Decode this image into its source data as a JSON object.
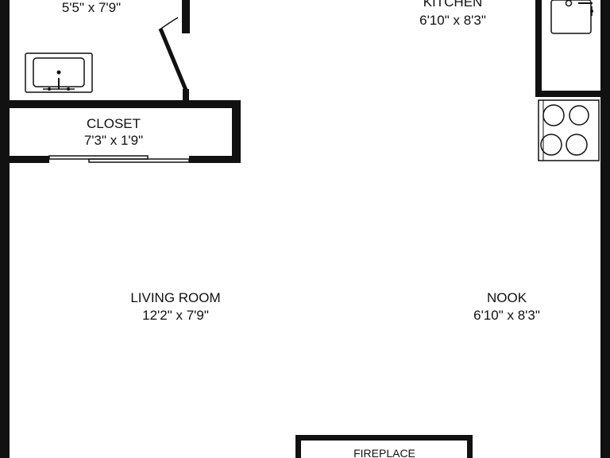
{
  "rooms": {
    "bath": {
      "dims": "5'5\" x 7'9\""
    },
    "kitchen": {
      "name": "KITCHEN",
      "dims": "6'10\" x 8'3\""
    },
    "closet": {
      "name": "CLOSET",
      "dims": "7'3\" x 1'9\""
    },
    "living": {
      "name": "LIVING ROOM",
      "dims": "12'2\" x 7'9\""
    },
    "nook": {
      "name": "NOOK",
      "dims": "6'10\" x 8'3\""
    },
    "fireplace": {
      "name": "FIREPLACE"
    }
  },
  "colors": {
    "wall": "#111111",
    "background": "#ffffff"
  },
  "icons": [
    "sink-icon",
    "stove-icon",
    "kitchen-sink-icon",
    "door-swing-icon",
    "sliding-door-icon"
  ]
}
